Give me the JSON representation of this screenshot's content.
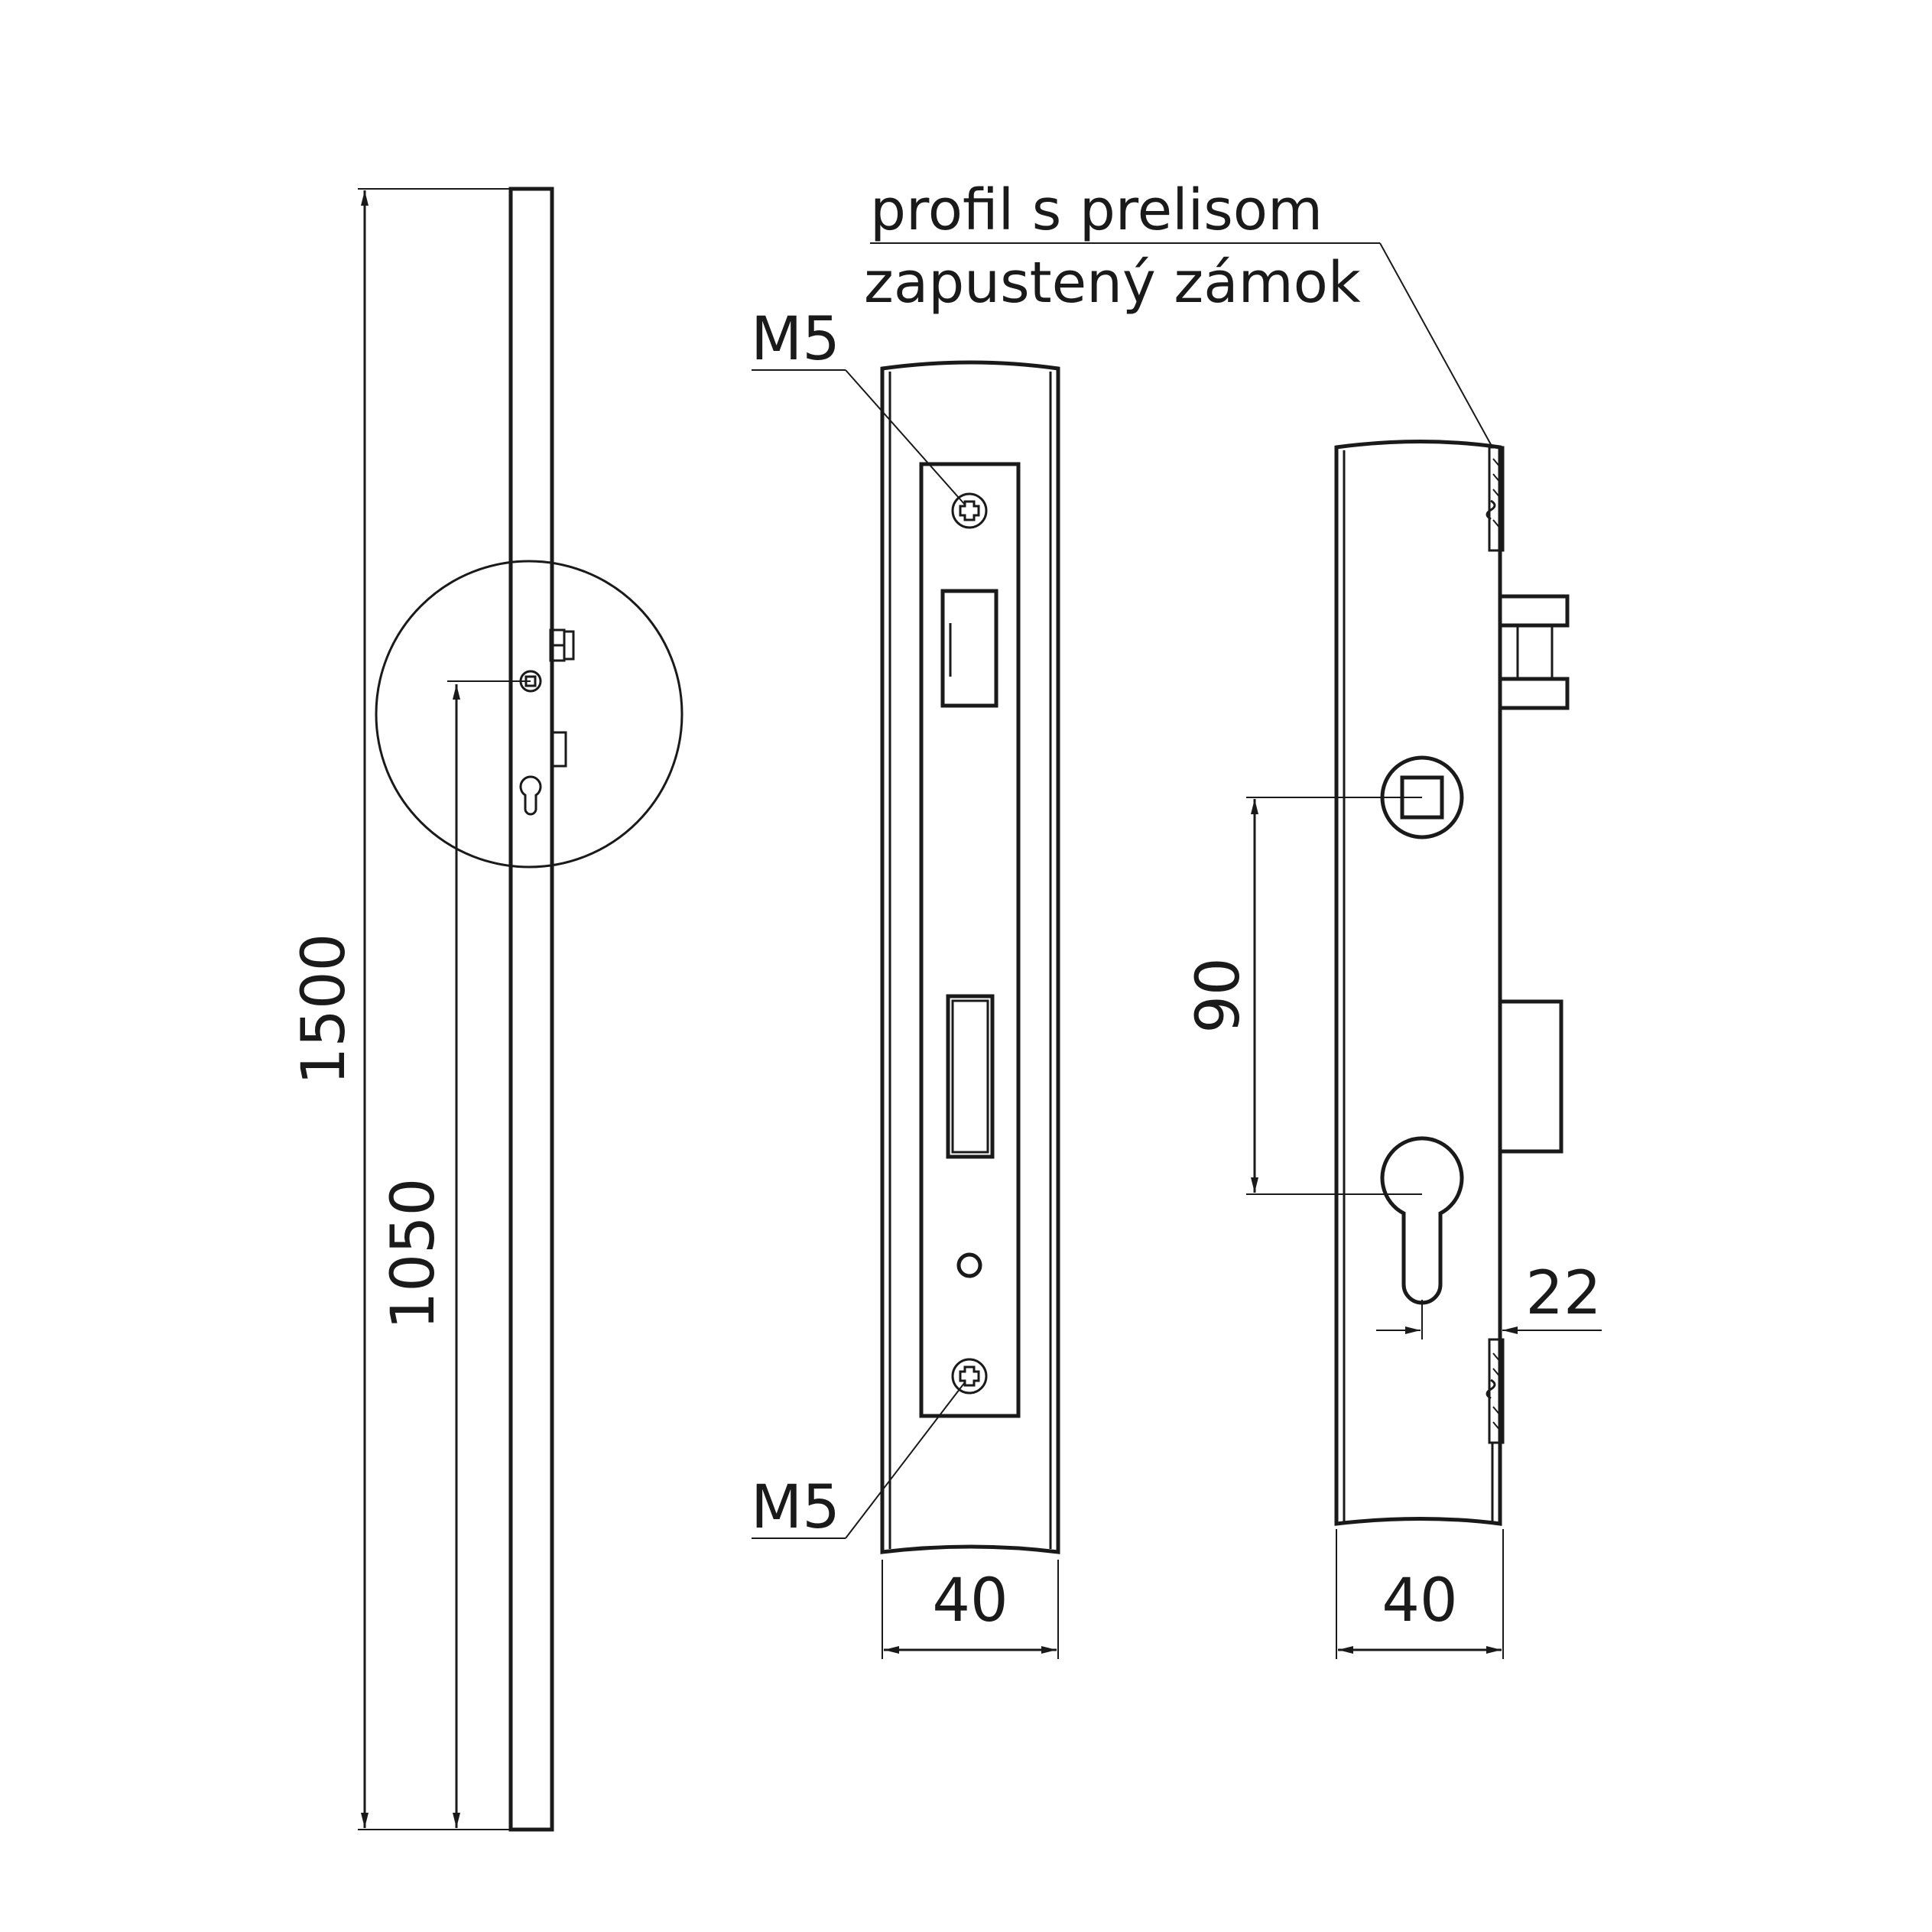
{
  "labels": {
    "note_line_1": "profil s prelisom",
    "note_line_2": "zapustený zámok",
    "screw_top": "M5",
    "screw_bottom": "M5"
  },
  "dimensions": {
    "total_height": "1500",
    "lock_height": "1050",
    "handle_to_cylinder": "90",
    "backset": "22",
    "faceplate_width": "40",
    "profile_width": "40"
  },
  "colors": {
    "line": "#1a1a1a",
    "background": "#ffffff"
  }
}
